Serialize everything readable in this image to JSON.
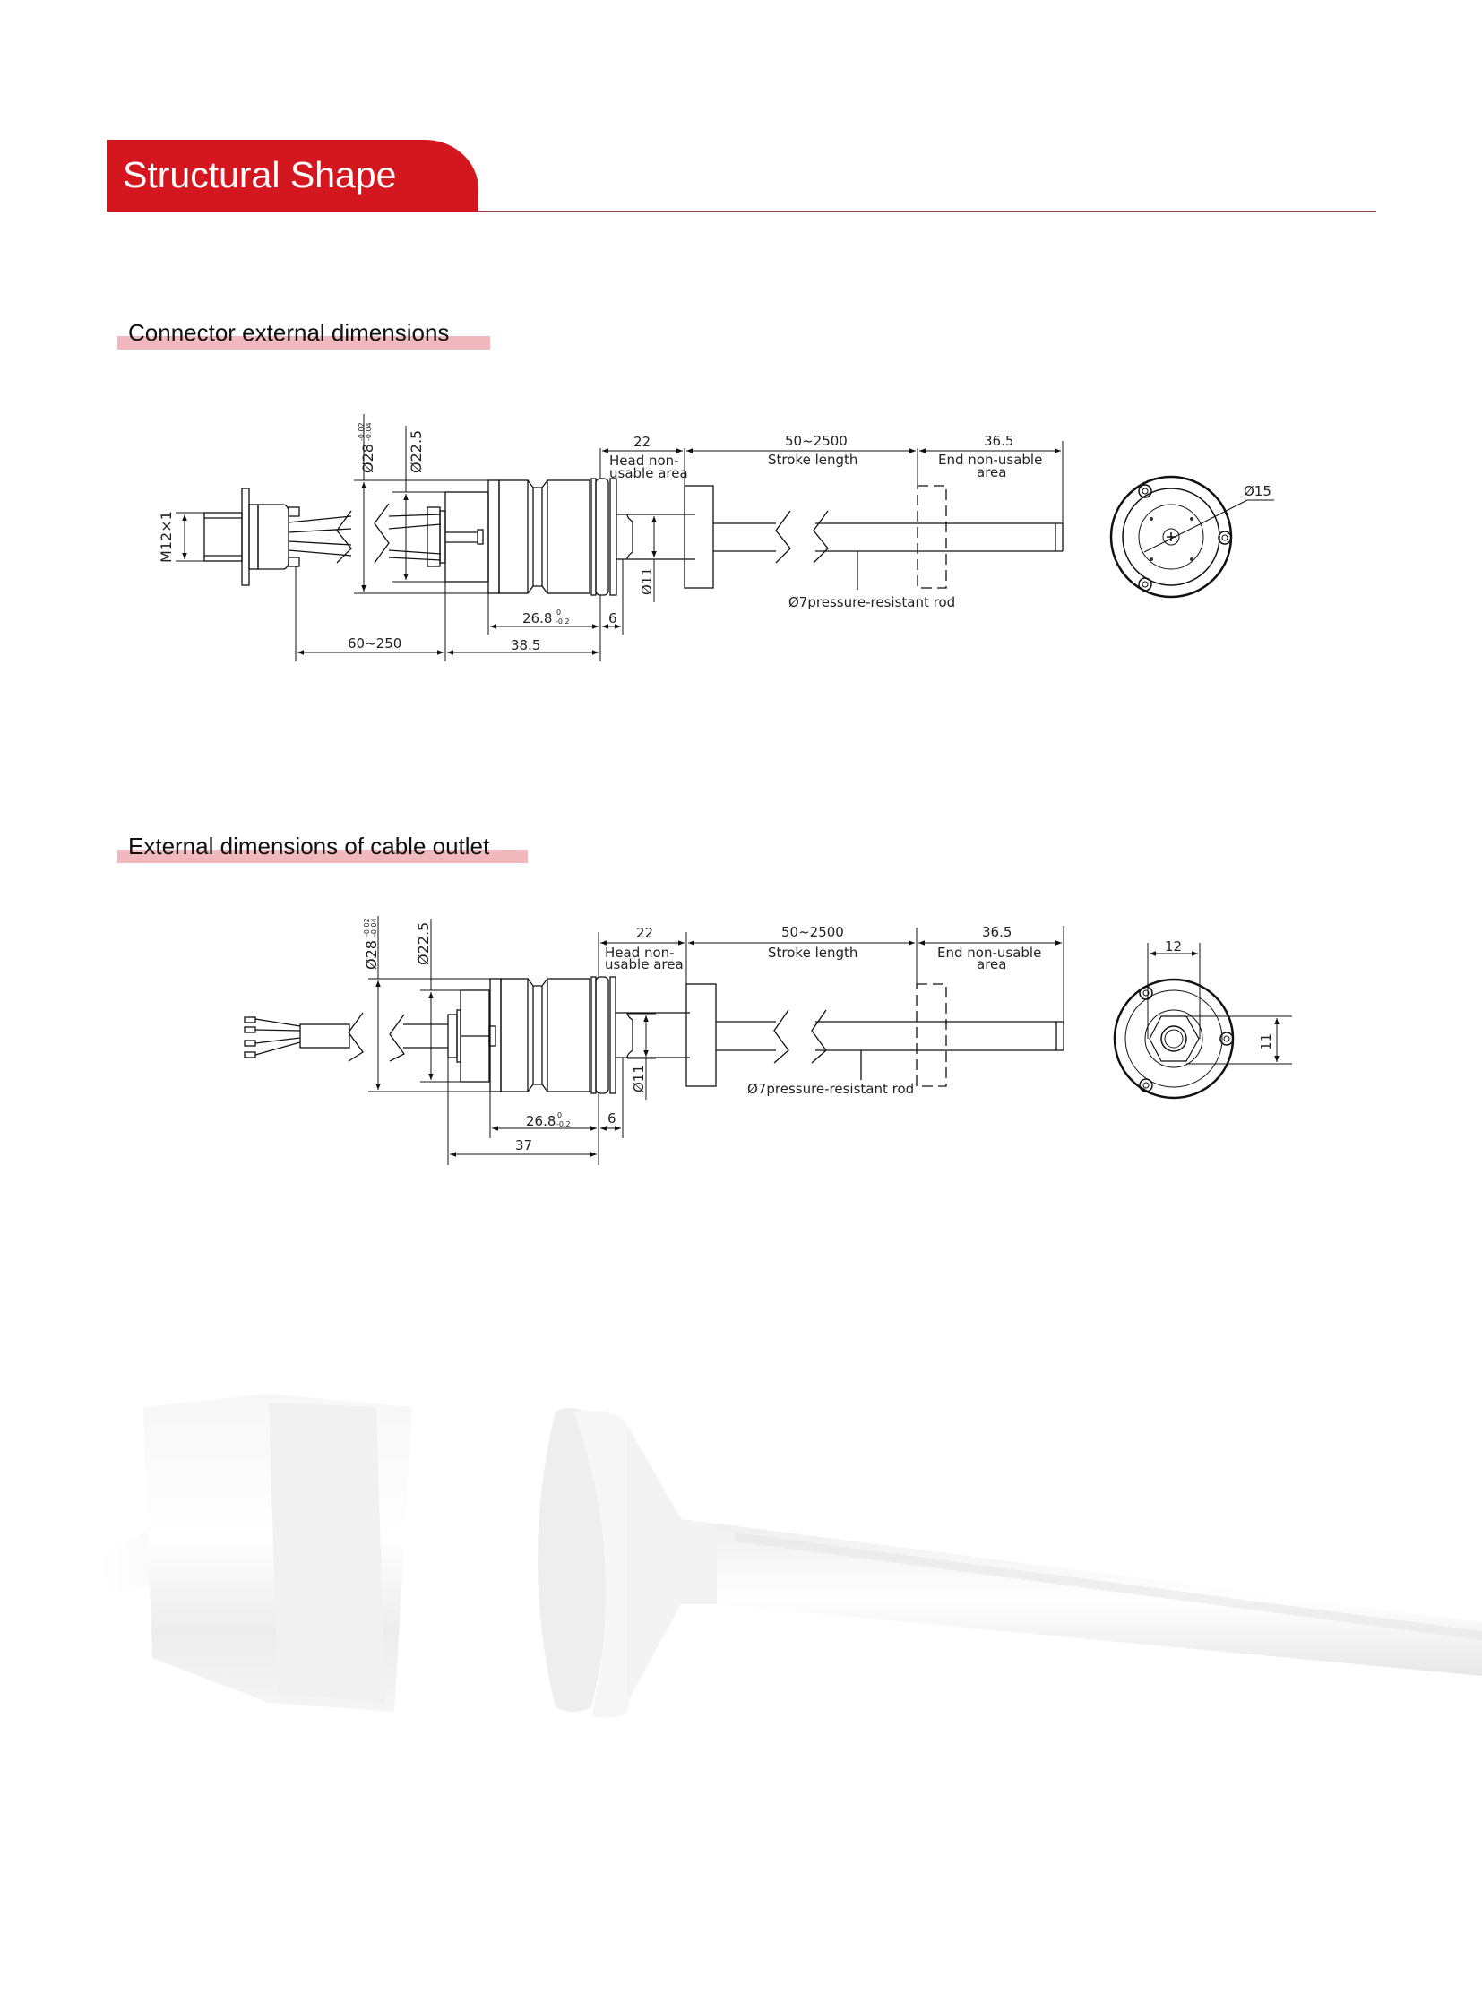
{
  "header": {
    "title": "Structural Shape",
    "accent_color": "#d4161e",
    "rule_color": "#8c3a3a"
  },
  "sections": [
    {
      "title": "Connector external dimensions",
      "band_color": "#f1b9bd",
      "side_view": {
        "thread_label": "M12×1",
        "dia_outer": "Ø28",
        "dia_outer_tol_upper": "-0.02",
        "dia_outer_tol_lower": "-0.04",
        "dia_inner": "Ø22.5",
        "cable_length": "60~250",
        "body_length": "38.5",
        "housing_length": "26.8",
        "housing_tol_upper": "0",
        "housing_tol_lower": "-0.2",
        "shoulder_length": "6",
        "rod_base_dia": "Ø11",
        "head_dim": "22",
        "head_label_1": "Head non-",
        "head_label_2": "usable area",
        "stroke_dim": "50~2500",
        "stroke_label": "Stroke length",
        "end_dim": "36.5",
        "end_label_1": "End non-usable",
        "end_label_2": "area",
        "rod_label": "Ø7pressure-resistant rod"
      },
      "end_view": {
        "dia_label": "Ø15"
      }
    },
    {
      "title": "External dimensions of cable outlet",
      "band_color": "#f1b9bd",
      "side_view": {
        "dia_outer": "Ø28",
        "dia_outer_tol_upper": "-0.02",
        "dia_outer_tol_lower": "-0.04",
        "dia_inner": "Ø22.5",
        "body_length": "37",
        "housing_length": "26.8",
        "housing_tol_upper": "0",
        "housing_tol_lower": "-0.2",
        "shoulder_length": "6",
        "rod_base_dia": "Ø11",
        "head_dim": "22",
        "head_label_1": "Head non-",
        "head_label_2": "usable area",
        "stroke_dim": "50~2500",
        "stroke_label": "Stroke length",
        "end_dim": "36.5",
        "end_label_1": "End non-usable",
        "end_label_2": "area",
        "rod_label": "Ø7pressure-resistant rod"
      },
      "end_view": {
        "width_label": "12",
        "height_label": "11"
      }
    }
  ]
}
